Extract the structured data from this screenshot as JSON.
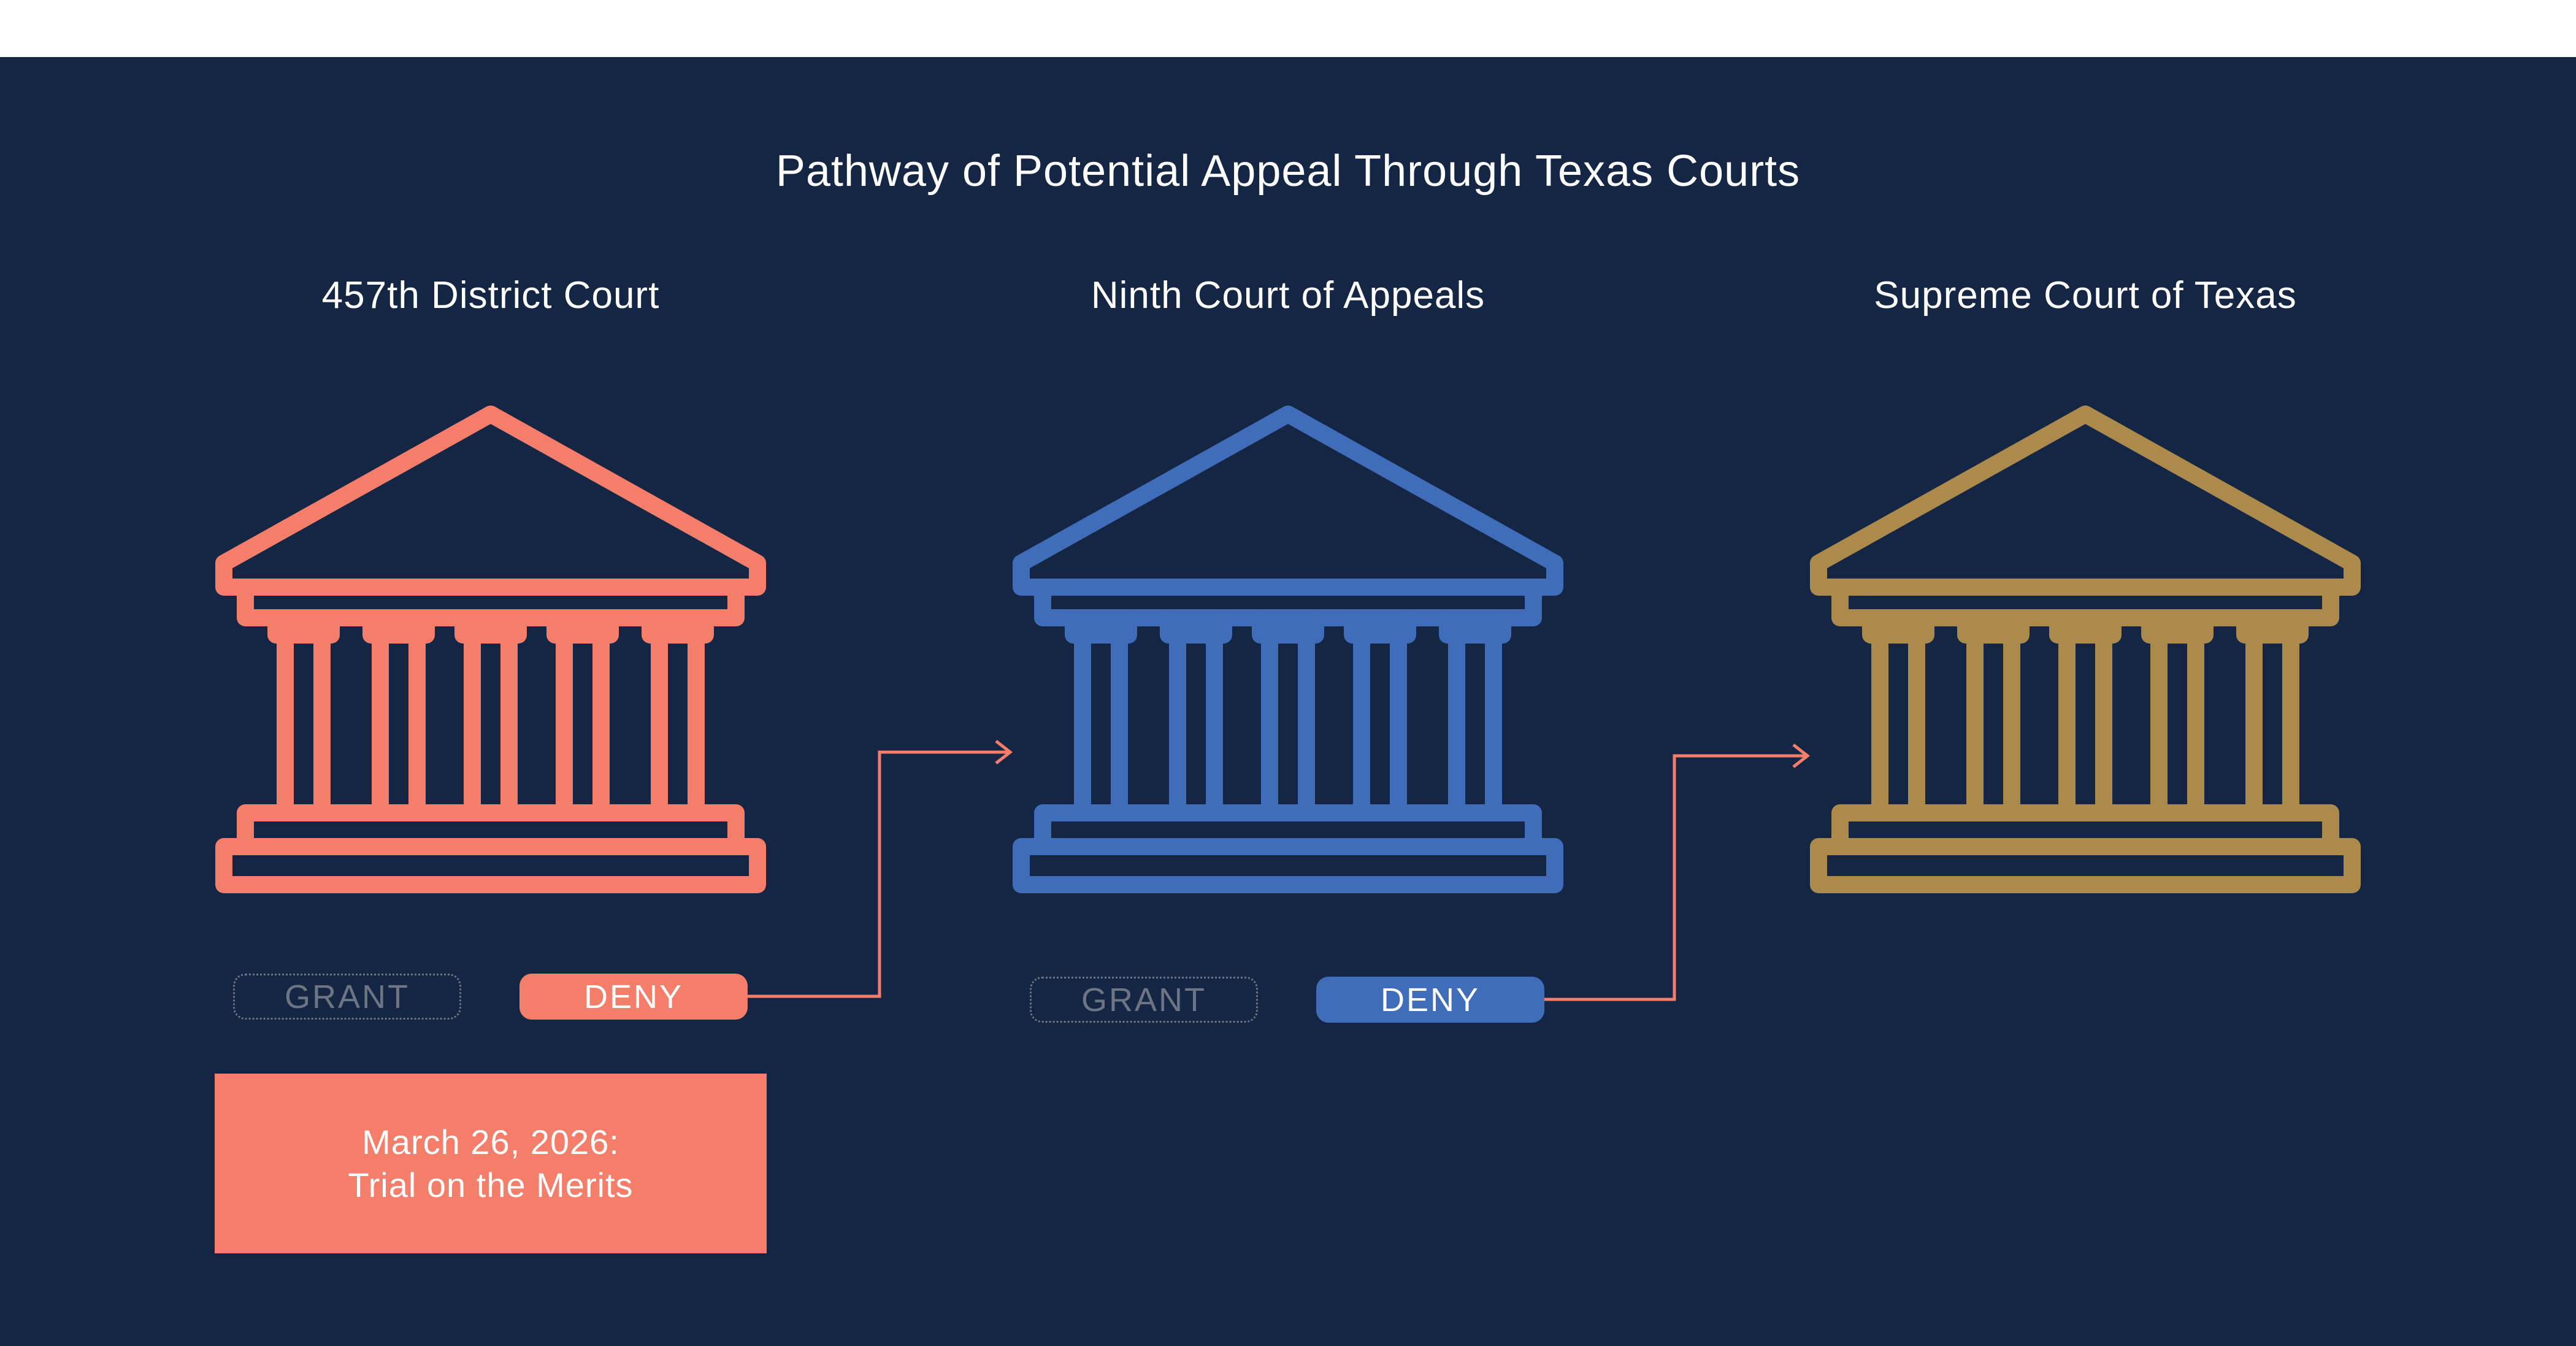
{
  "diagram": {
    "title": "Pathway of Potential Appeal Through Texas Courts",
    "courts": [
      {
        "name": "457th District Court",
        "color": "#f47e6a"
      },
      {
        "name": "Ninth Court of Appeals",
        "color": "#3f6db9"
      },
      {
        "name": "Supreme Court of Texas",
        "color": "#ac8a4c"
      }
    ],
    "decisions": [
      {
        "grant": "GRANT",
        "deny": "DENY"
      },
      {
        "grant": "GRANT",
        "deny": "DENY"
      }
    ],
    "trial_note": {
      "date": "March 26, 2026:",
      "label": "Trial on the Merits"
    }
  },
  "colors": {
    "background": "#152645",
    "page": "#ffffff",
    "grant_outline": "#6d7585",
    "arrow": "#f47e6a"
  }
}
